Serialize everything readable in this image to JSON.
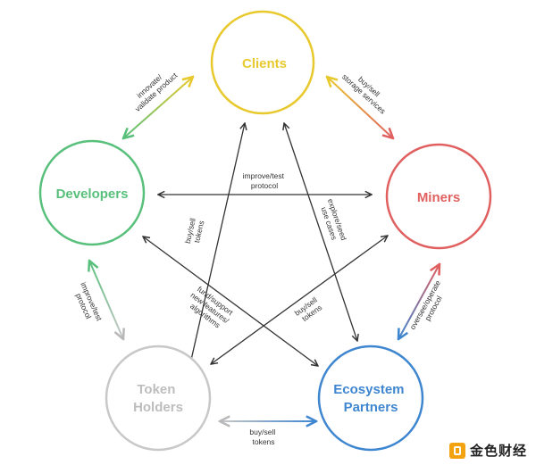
{
  "nodes": {
    "clients": {
      "lines": [
        "Clients"
      ],
      "color": "#e8c92d"
    },
    "developers": {
      "lines": [
        "Developers"
      ],
      "color": "#58c07b"
    },
    "miners": {
      "lines": [
        "Miners"
      ],
      "color": "#e06060"
    },
    "token_holders": {
      "lines": [
        "Token",
        "Holders"
      ],
      "color": "#c8c8c8"
    },
    "ecosystem_partners": {
      "lines": [
        "Ecosystem",
        "Partners"
      ],
      "color": "#3f86d0"
    }
  },
  "edges": {
    "clients_developers": [
      "innovate/",
      "validate product"
    ],
    "clients_miners": [
      "buy/sell",
      "storage services"
    ],
    "developers_miners": [
      "improve/test",
      "protocol"
    ],
    "developers_token_holders": [
      "improve/test",
      "protocol"
    ],
    "miners_ecosystem_partners": [
      "oversee/operate",
      "protocol"
    ],
    "token_holders_ecosystem_partners": [
      "buy/sell",
      "tokens"
    ],
    "clients_token_holders": [
      "buy/sell",
      "tokens"
    ],
    "clients_ecosystem_partners": [
      "explore/seed",
      "use cases"
    ],
    "developers_ecosystem_partners": [
      "fund/support",
      "new features/",
      "algorithms"
    ],
    "miners_token_holders": [
      "buy/sell",
      "tokens"
    ]
  },
  "watermark": {
    "text": "金色财经"
  },
  "colors": {
    "arrow": "#333333"
  }
}
